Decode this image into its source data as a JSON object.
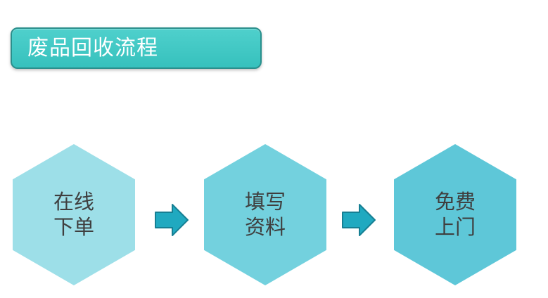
{
  "title": "废品回收流程",
  "steps": [
    {
      "line1": "在线",
      "line2": "下单"
    },
    {
      "line1": "填写",
      "line2": "资料"
    },
    {
      "line1": "免费",
      "line2": "上门"
    }
  ],
  "colors": {
    "banner": "#3fc8c4",
    "step1": "#9ddfe8",
    "step2": "#73d1de",
    "step3": "#5ec7d8",
    "arrow": "#20a9c0"
  }
}
